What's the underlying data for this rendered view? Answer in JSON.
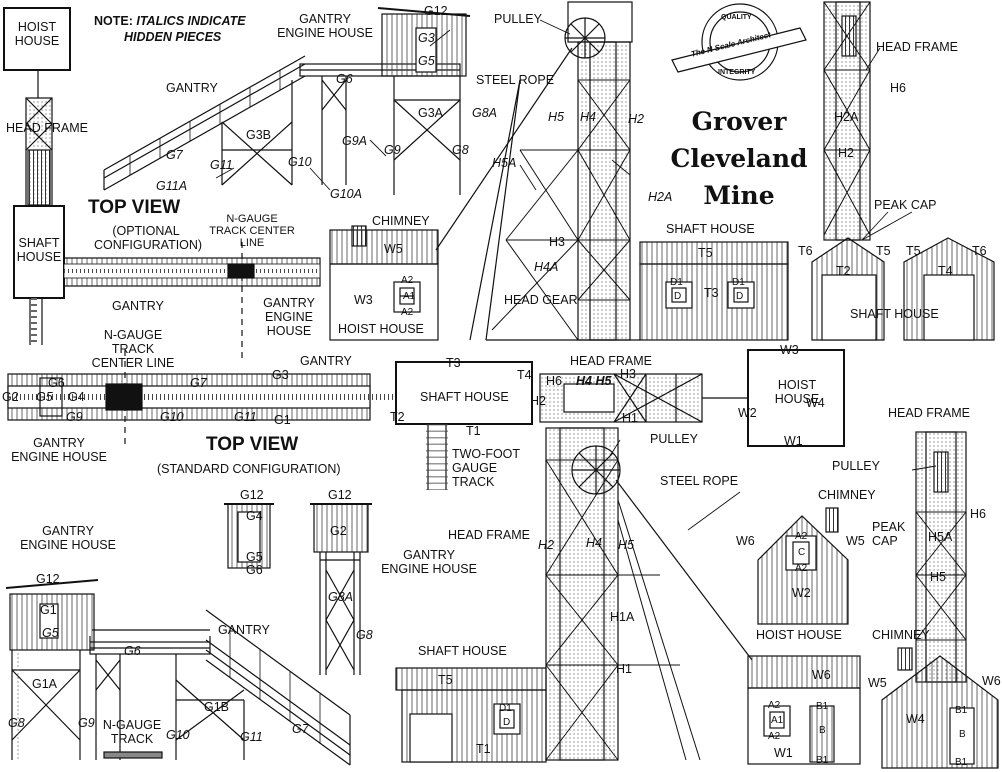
{
  "note": {
    "prefix": "NOTE: ",
    "italic": "ITALICS INDICATE",
    "line2": "HIDDEN PIECES"
  },
  "title": [
    "Grover",
    "Cleveland",
    "Mine"
  ],
  "logo": {
    "top": "QUALITY",
    "center": "The N Scale Architect",
    "bottom": "INTEGRITY"
  },
  "labels": {
    "hoist_house": "HOIST HOUSE",
    "hoist_house_box": "HOIST\nHOUSE",
    "head_frame": "HEAD FRAME",
    "shaft_house": "SHAFT HOUSE",
    "shaft_house_box": "SHAFT\nHOUSE",
    "gantry": "GANTRY",
    "gantry_engine_house": "GANTRY ENGINE HOUSE",
    "gantry_engine_house_3": "GANTRY\nENGINE\nHOUSE",
    "gantry_engine_house_2": "GANTRY\nENGINE HOUSE",
    "top_view": "TOP VIEW",
    "optional": "(OPTIONAL\nCONFIGURATION)",
    "standard": "(STANDARD CONFIGURATION)",
    "ngauge_cl": "N-GAUGE\nTRACK CENTER\nLINE",
    "ngauge_cl2": "N-GAUGE\nTRACK\nCENTER LINE",
    "ngauge_track": "N-GAUGE\nTRACK",
    "two_foot": "TWO-FOOT\nGAUGE\nTRACK",
    "pulley": "PULLEY",
    "steel_rope": "STEEL ROPE",
    "chimney": "CHIMNEY",
    "peak_cap": "PEAK CAP",
    "peak_cap2": "PEAK\nCAP",
    "head_gear": "HEAD GEAR"
  },
  "parts": {
    "g1": "G1",
    "g1a": "G1A",
    "g1b": "G1B",
    "g2": "G2",
    "g3": "G3",
    "g3a": "G3A",
    "g3b": "G3B",
    "g4": "G4",
    "g5": "G5",
    "g6": "G6",
    "g7": "G7",
    "g8": "G8",
    "g8a": "G8A",
    "g9": "G9",
    "g9a": "G9A",
    "g10": "G10",
    "g10a": "G10A",
    "g11": "G11",
    "g11a": "G11A",
    "g12": "G12",
    "h1": "H1",
    "h1a": "H1A",
    "h2": "H2",
    "h2a": "H2A",
    "h3": "H3",
    "h4": "H4",
    "h4a": "H4A",
    "h5": "H5",
    "h5a": "H5A",
    "h6": "H6",
    "h45": "H4 H5",
    "t1": "T1",
    "t2": "T2",
    "t3": "T3",
    "t4": "T4",
    "t5": "T5",
    "t6": "T6",
    "w1": "W1",
    "w2": "W2",
    "w3": "W3",
    "w4": "W4",
    "w5": "W5",
    "w6": "W6",
    "a1": "A1",
    "a2": "A2",
    "b": "B",
    "b1": "B1",
    "c": "C",
    "d": "D",
    "d1": "D1"
  }
}
